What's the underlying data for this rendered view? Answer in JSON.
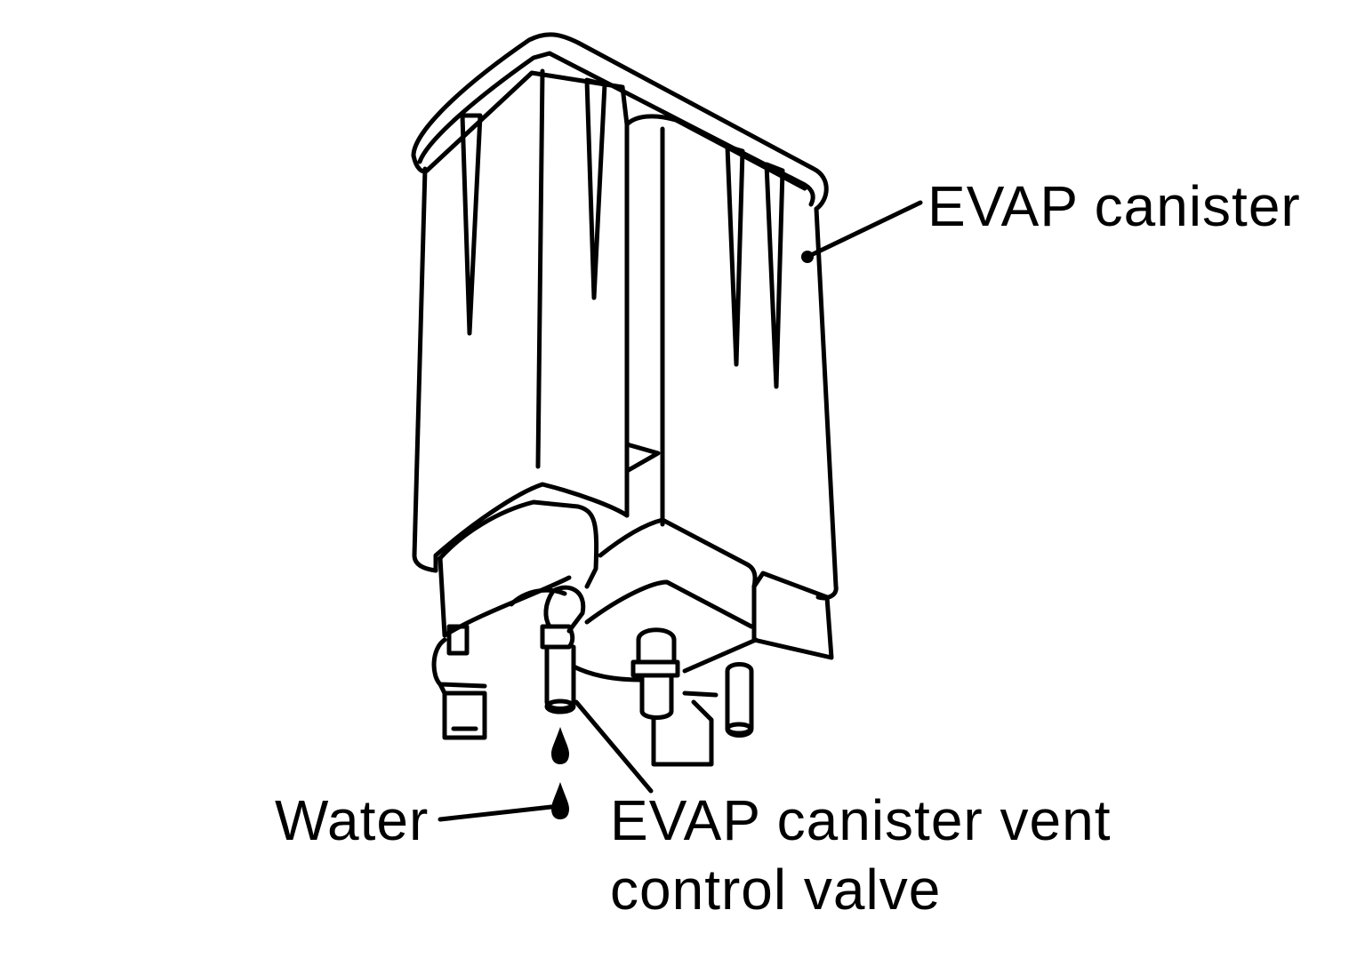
{
  "labels": {
    "evap_canister": "EVAP canister",
    "water": "Water",
    "vent_valve_line1": "EVAP canister vent",
    "vent_valve_line2": "control valve"
  },
  "colors": {
    "line": "#000000",
    "background": "#ffffff"
  }
}
